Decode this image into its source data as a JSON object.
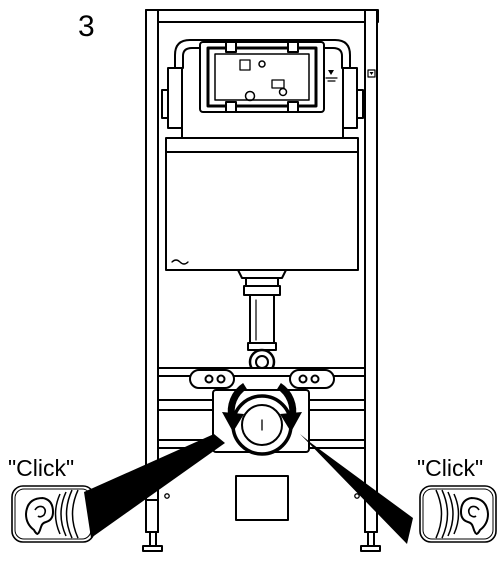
{
  "diagram": {
    "step_number": "3",
    "sound_label_left": "\"Click\"",
    "sound_label_right": "\"Click\"",
    "icons": [
      "ear-icon",
      "sound-wave-icon",
      "rotation-arrow-icon",
      "water-level-icon"
    ]
  }
}
